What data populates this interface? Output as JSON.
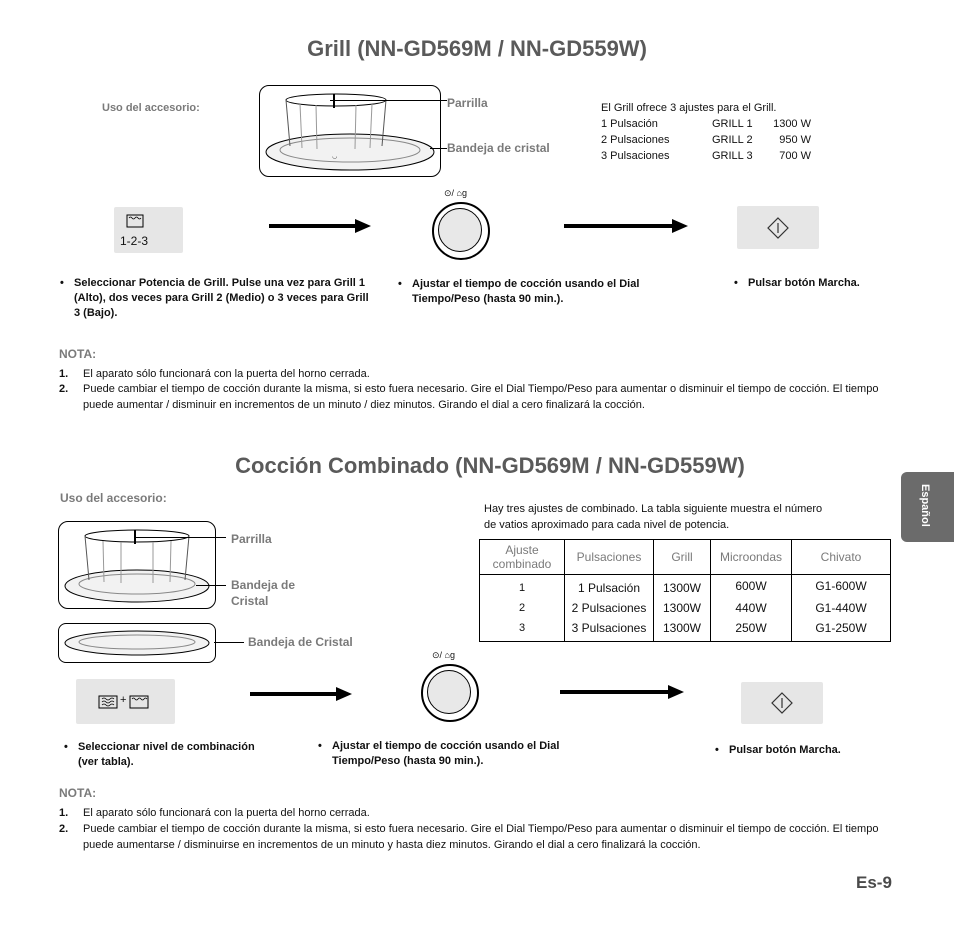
{
  "grill": {
    "title": "Grill (NN-GD569M / NN-GD559W)",
    "accessory_label": "Uso del accesorio:",
    "parrilla": "Parrilla",
    "bandeja": "Bandeja de cristal",
    "info_intro": "El Grill ofrece 3 ajustes para el Grill.",
    "settings": [
      {
        "press": "1 Pulsación",
        "name": "GRILL 1",
        "watts": "1300 W"
      },
      {
        "press": "2 Pulsaciones",
        "name": "GRILL 2",
        "watts": "950 W"
      },
      {
        "press": "3 Pulsaciones",
        "name": "GRILL 3",
        "watts": "700 W"
      }
    ],
    "button_text": "1-2-3",
    "dial_caption": "⊙/ ⌂g",
    "step1": "Seleccionar Potencia de Grill. Pulse una vez para Grill 1 (Alto), dos veces para Grill 2 (Medio) o 3 veces para Grill 3 (Bajo).",
    "step2": "Ajustar el tiempo de cocción usando el Dial Tiempo/Peso (hasta 90 min.).",
    "step3": "Pulsar botón Marcha.",
    "nota_label": "NOTA:",
    "notes": [
      {
        "num": "1.",
        "text": "El aparato sólo funcionará con la puerta del horno cerrada."
      },
      {
        "num": "2.",
        "text": "Puede cambiar el tiempo de cocción durante la misma, si esto fuera necesario. Gire el Dial Tiempo/Peso para aumentar o disminuir el tiempo de cocción. El tiempo puede aumentar / disminuir en incrementos de un minuto / diez minutos. Girando el dial a cero finalizará la cocción."
      }
    ]
  },
  "combi": {
    "title": "Cocción Combinado (NN-GD569M / NN-GD559W)",
    "accessory_label": "Uso del accesorio:",
    "parrilla": "Parrilla",
    "bandeja": "Bandeja de Cristal",
    "bandeja2": "Bandeja de Cristal",
    "intro": "Hay tres ajustes de combinado. La tabla siguiente muestra el número de vatios aproximado para cada nivel de potencia.",
    "table": {
      "headers": [
        "Ajuste combinado",
        "Pulsaciones",
        "Grill",
        "Microondas",
        "Chivato"
      ],
      "rows": [
        [
          "1",
          "1 Pulsación",
          "1300W",
          "600W",
          "G1-600W"
        ],
        [
          "2",
          "2 Pulsaciones",
          "1300W",
          "440W",
          "G1-440W"
        ],
        [
          "3",
          "3 Pulsaciones",
          "1300W",
          "250W",
          "G1-250W"
        ]
      ]
    },
    "button_plus": "+",
    "dial_caption": "⊙/ ⌂g",
    "step1": "Seleccionar nivel de combinación (ver tabla).",
    "step2": "Ajustar el tiempo de cocción usando el Dial Tiempo/Peso (hasta 90 min.).",
    "step3": "Pulsar botón Marcha.",
    "nota_label": "NOTA:",
    "notes": [
      {
        "num": "1.",
        "text": "El aparato sólo funcionará con la puerta del horno cerrada."
      },
      {
        "num": "2.",
        "text": "Puede cambiar el tiempo de cocción durante la misma, si esto fuera necesario. Gire el Dial Tiempo/Peso para aumentar o disminuir el tiempo de cocción. El tiempo puede aumentarse / disminuirse en incrementos de un minuto y hasta diez minutos. Girando el dial a cero finalizará la cocción."
      }
    ]
  },
  "side_tab": "Español",
  "page_number": "Es-9",
  "colors": {
    "title": "#5a5a5a",
    "label": "#7a7a7a",
    "tab": "#6b6b6b",
    "button_bg": "#e6e6e6"
  }
}
